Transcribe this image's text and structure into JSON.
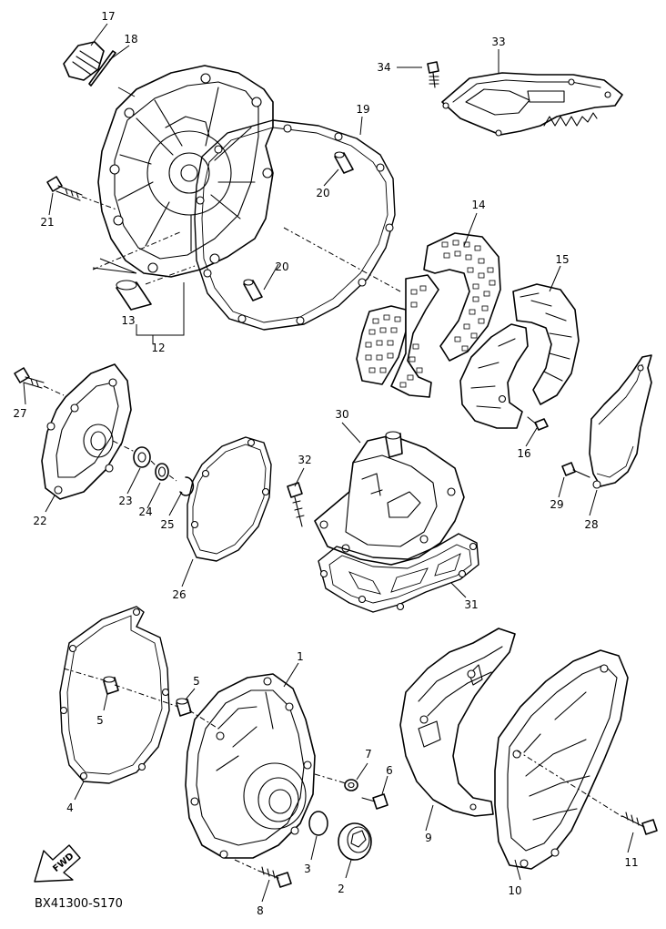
{
  "diagram_code": "BX41300-S170",
  "fwd_label": "FWD",
  "callouts": [
    "17",
    "18",
    "19",
    "20",
    "20",
    "21",
    "13",
    "12",
    "14",
    "15",
    "16",
    "33",
    "34",
    "22",
    "23",
    "24",
    "25",
    "26",
    "27",
    "30",
    "32",
    "31",
    "28",
    "29",
    "1",
    "2",
    "3",
    "4",
    "5",
    "5",
    "6",
    "7",
    "8",
    "9",
    "10",
    "11"
  ]
}
